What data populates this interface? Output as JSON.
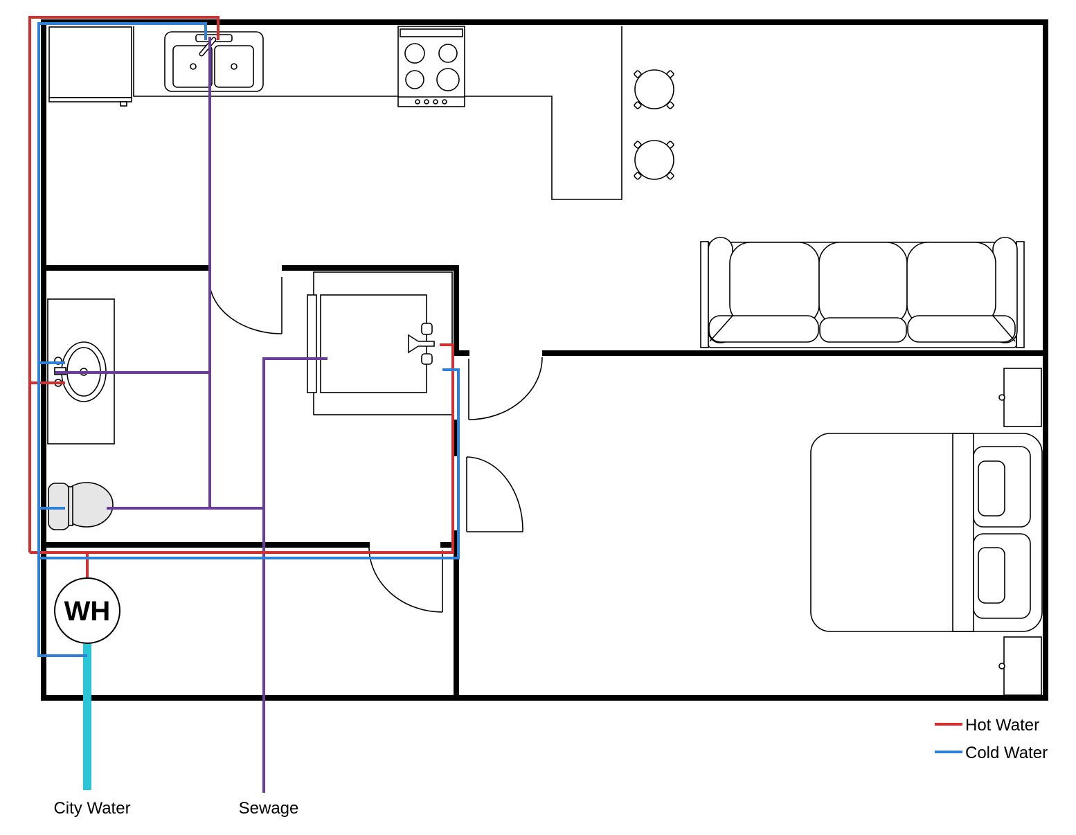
{
  "labels": {
    "water_heater": "WH",
    "city_water": "City Water",
    "sewage": "Sewage"
  },
  "legend": {
    "hot_label": "Hot Water",
    "cold_label": "Cold Water",
    "hot_color": "#d32f2f",
    "cold_color": "#2f80d8"
  },
  "colors": {
    "hot": "#d32f2f",
    "cold": "#2f80d8",
    "sewage": "#6a3d9a",
    "city": "#29c6d8",
    "wall": "#000000"
  }
}
